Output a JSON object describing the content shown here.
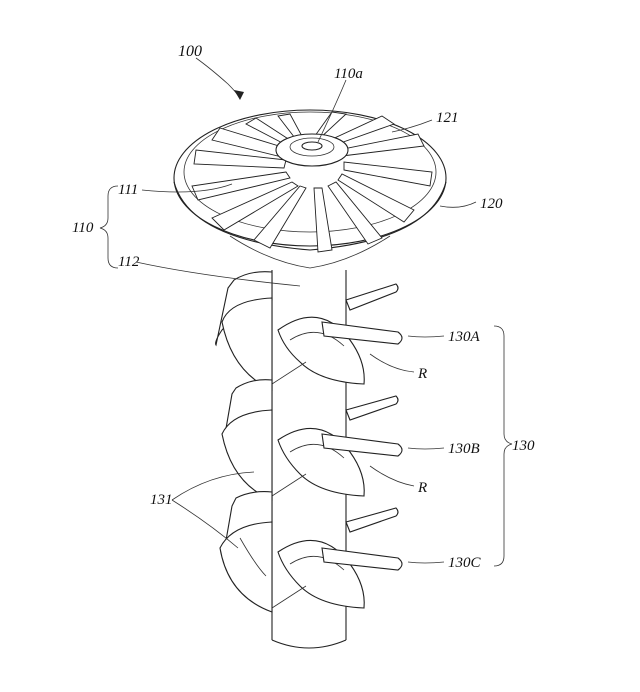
{
  "colors": {
    "ink": "#222222",
    "background": "#ffffff"
  },
  "labels": {
    "main": "100",
    "hub_hole": "110a",
    "rib": "121",
    "shaft_group": "110",
    "shaft_top": "111",
    "cap": "120",
    "shaft_body": "112",
    "blade_a": "130A",
    "rotation_1": "R",
    "blade_b": "130B",
    "blade_group": "130",
    "rotation_2": "R",
    "blade_surface": "131",
    "blade_c": "130C"
  }
}
